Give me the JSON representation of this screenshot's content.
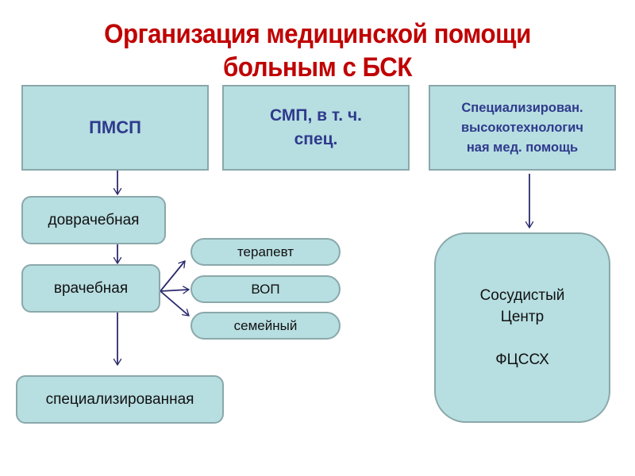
{
  "title": {
    "line1": "Организация медицинской помощи",
    "line2": "больным с БСК"
  },
  "colors": {
    "title": "#c00000",
    "box_fill": "#b7dee1",
    "box_border": "#8aa8aa",
    "top_box_text": "#2e3a8c",
    "arrow": "#2b2a6e"
  },
  "top_boxes": [
    {
      "label": "ПМСП"
    },
    {
      "line1": "СМП, в т. ч.",
      "line2": "спец."
    },
    {
      "line1": "Специализирован.",
      "line2": "высокотехнологич",
      "line3": "ная мед. помощь"
    }
  ],
  "left_chain": [
    {
      "label": "доврачебная"
    },
    {
      "label": "врачебная"
    },
    {
      "label": "специализированная"
    }
  ],
  "doctor_types": [
    {
      "label": "терапевт"
    },
    {
      "label": "ВОП"
    },
    {
      "label": "семейный"
    }
  ],
  "right_center": {
    "line1": "Сосудистый",
    "line2": "Центр",
    "line3": "ФЦССХ"
  }
}
